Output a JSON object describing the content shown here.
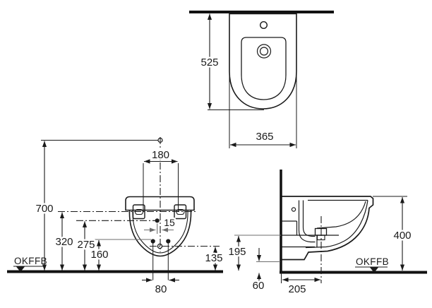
{
  "drawing": {
    "floor_label": "OKFFB",
    "top_view": {
      "depth": "525",
      "width": "365"
    },
    "front_view": {
      "overall_height": "700",
      "fixing_hole_spacing": "180",
      "fixing_height": "320",
      "inlet_height": "275",
      "connection_height": "160",
      "inlet_offset": "15",
      "outlet_height": "135",
      "bolt_spacing": "80"
    },
    "side_view": {
      "height": "400",
      "outlet_center_height": "195",
      "bottom_clearance": "60",
      "outlet_distance_from_wall": "205"
    }
  }
}
